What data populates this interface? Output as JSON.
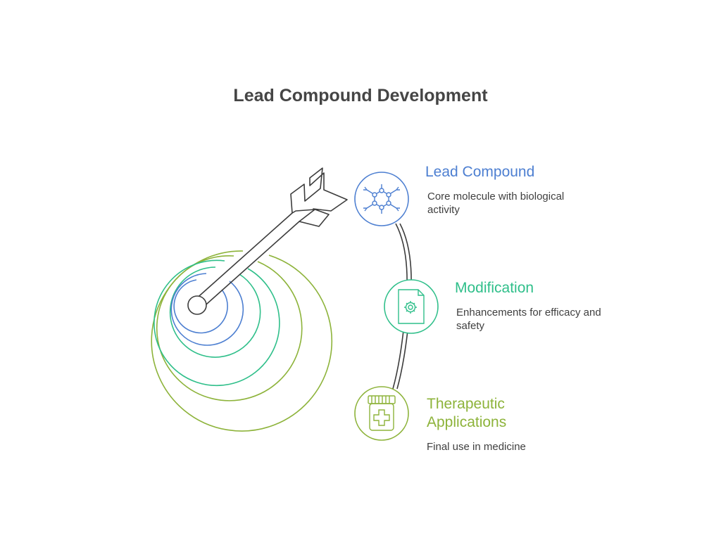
{
  "title": "Lead Compound Development",
  "colors": {
    "blue": "#4d7fd1",
    "teal": "#2fbf8a",
    "green": "#8db33a",
    "dark": "#3c3c3c"
  },
  "steps": [
    {
      "title": "Lead Compound",
      "description": "Core molecule with biological activity",
      "icon": "molecule-icon",
      "color": "#4d7fd1"
    },
    {
      "title": "Modification",
      "description": "Enhancements for efficacy and safety",
      "icon": "document-gear-icon",
      "color": "#2fbf8a"
    },
    {
      "title": "Therapeutic Applications",
      "description": "Final use in medicine",
      "icon": "medicine-jar-icon",
      "color": "#8db33a"
    }
  ]
}
